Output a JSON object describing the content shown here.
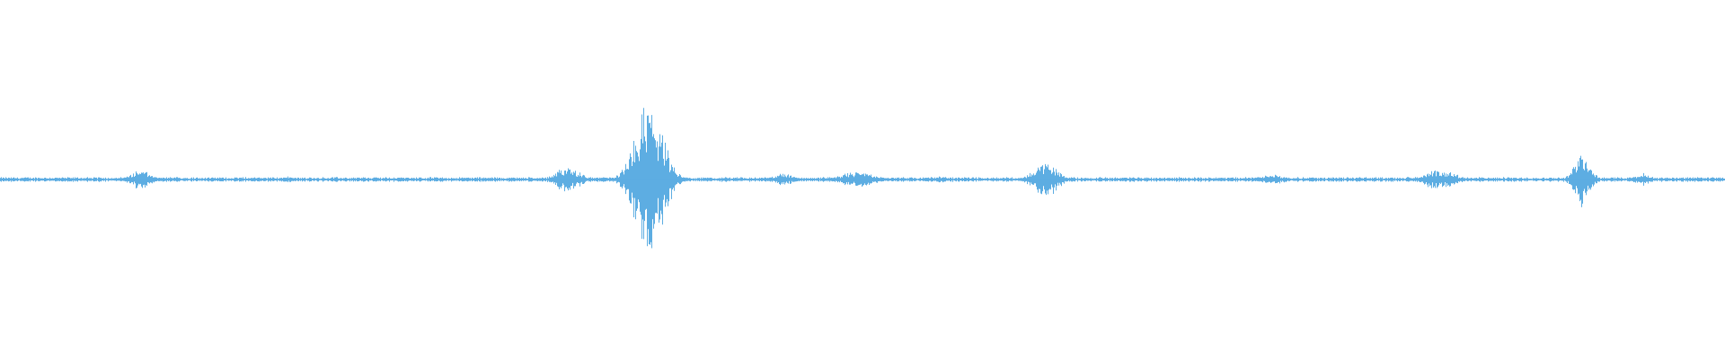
{
  "waveform": {
    "color": "#5DADE2",
    "background": "#ffffff",
    "amplitude_scale": "relative 0-1",
    "baseline_noise": 0.015,
    "bursts": [
      {
        "position": 0.081,
        "amplitude": 0.06,
        "width": 0.01
      },
      {
        "position": 0.166,
        "amplitude": 0.02,
        "width": 0.006
      },
      {
        "position": 0.232,
        "amplitude": 0.015,
        "width": 0.006
      },
      {
        "position": 0.329,
        "amplitude": 0.08,
        "width": 0.012
      },
      {
        "position": 0.376,
        "amplitude": 0.48,
        "width": 0.014
      },
      {
        "position": 0.454,
        "amplitude": 0.04,
        "width": 0.01
      },
      {
        "position": 0.497,
        "amplitude": 0.05,
        "width": 0.016
      },
      {
        "position": 0.544,
        "amplitude": 0.02,
        "width": 0.01
      },
      {
        "position": 0.606,
        "amplitude": 0.11,
        "width": 0.012
      },
      {
        "position": 0.737,
        "amplitude": 0.03,
        "width": 0.014
      },
      {
        "position": 0.834,
        "amplitude": 0.06,
        "width": 0.016
      },
      {
        "position": 0.917,
        "amplitude": 0.17,
        "width": 0.008
      },
      {
        "position": 0.952,
        "amplitude": 0.04,
        "width": 0.008
      }
    ]
  }
}
